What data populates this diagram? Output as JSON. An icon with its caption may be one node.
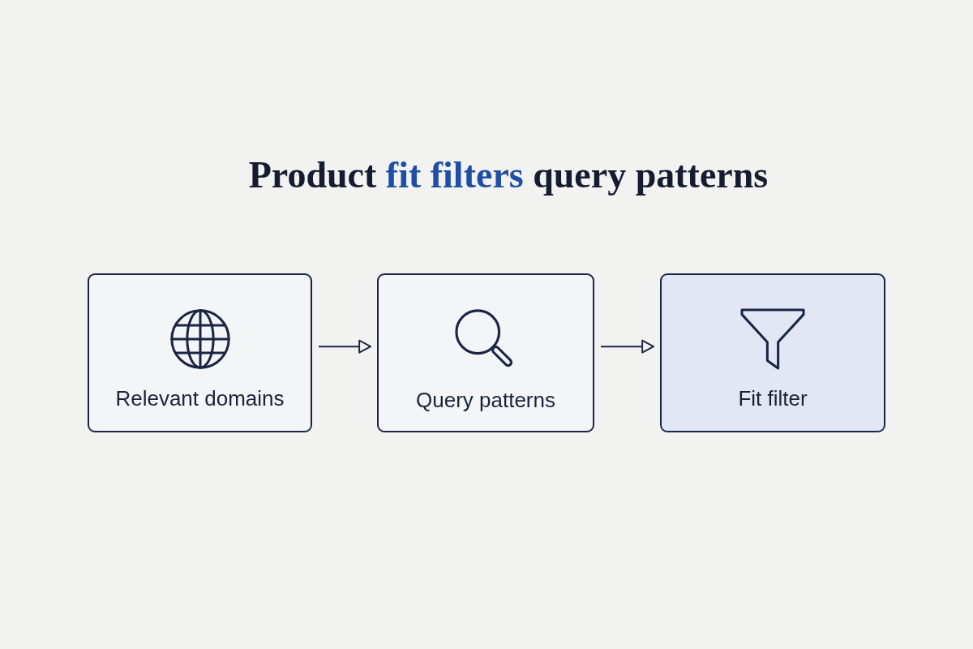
{
  "diagram": {
    "title": "Product **fit filters** query patterns",
    "nodes": [
      {
        "text": [
          "Relevant domains"
        ]
      },
      {
        "text": [
          "Query patterns"
        ]
      },
      {
        "text": [
          "Fit filter"
        ]
      }
    ],
    "edges": [
      {
        "from": 0,
        "to": 1,
        "arrow": "to"
      },
      {
        "from": 1,
        "to": 2,
        "arrow": "to"
      }
    ]
  }
}
